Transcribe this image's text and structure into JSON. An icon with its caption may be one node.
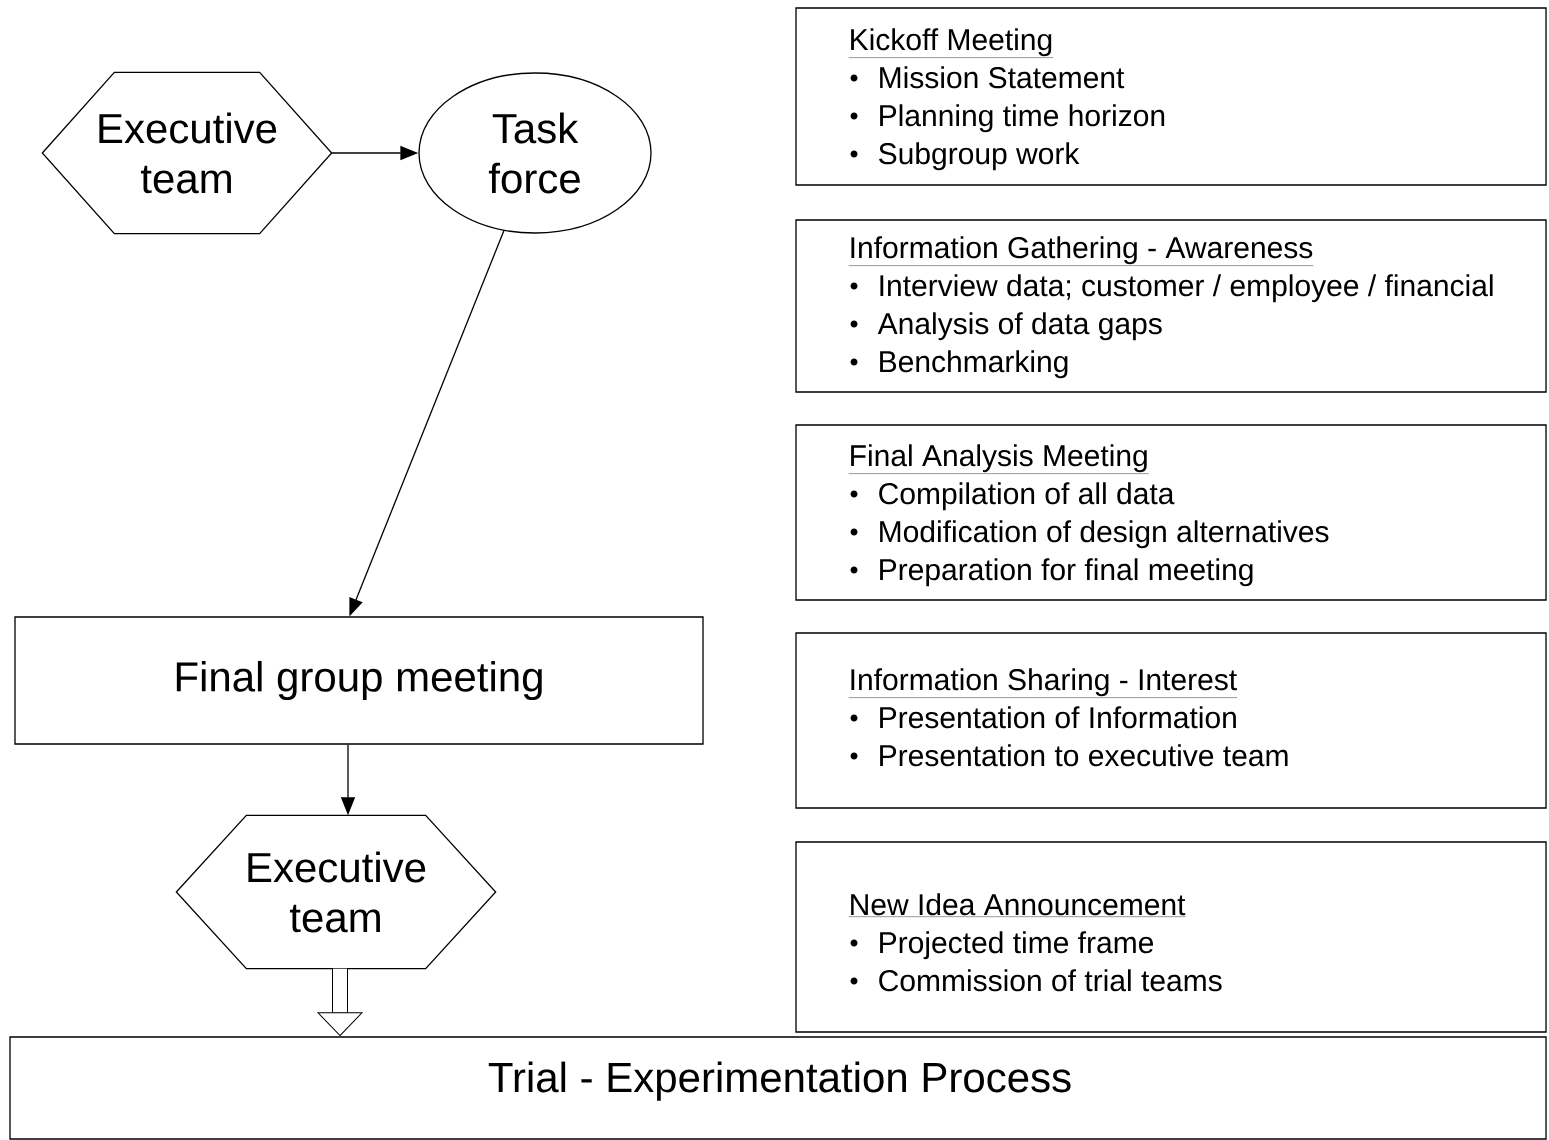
{
  "diagram": {
    "nodes": [
      {
        "text": [
          "Executive team"
        ]
      },
      {
        "text": [
          "Task force"
        ]
      },
      {
        "text": [
          "Final group meeting"
        ]
      },
      {
        "text": [
          "Executive team"
        ]
      },
      {
        "text": [
          "Kickoff Meeting",
          "Mission Statement",
          "Planning time horizon",
          "Subgroup work"
        ]
      },
      {
        "text": [
          "Information Gathering - Awareness",
          "Interview data; customer / employee / financial",
          "Analysis of data gaps",
          "Benchmarking"
        ]
      },
      {
        "text": [
          "Final Analysis Meeting",
          "Compilation of all data",
          "Modification of design alternatives",
          "Preparation for final meeting"
        ]
      },
      {
        "text": [
          "Information Sharing - Interest",
          "Presentation of Information",
          "Presentation to executive team"
        ]
      },
      {
        "text": [
          "New Idea Announcement",
          "Projected time frame",
          "Commission of trial teams"
        ]
      },
      {
        "text": [
          "Trial - Experimentation Process"
        ]
      }
    ],
    "edges": [
      {
        "from": 0,
        "to": 1,
        "arrow": "to"
      },
      {
        "from": 1,
        "to": 2,
        "arrow": "to"
      },
      {
        "from": 2,
        "to": 3,
        "arrow": "to"
      },
      {
        "from": 3,
        "to": 9,
        "arrow": "to",
        "style": "thick"
      }
    ]
  }
}
